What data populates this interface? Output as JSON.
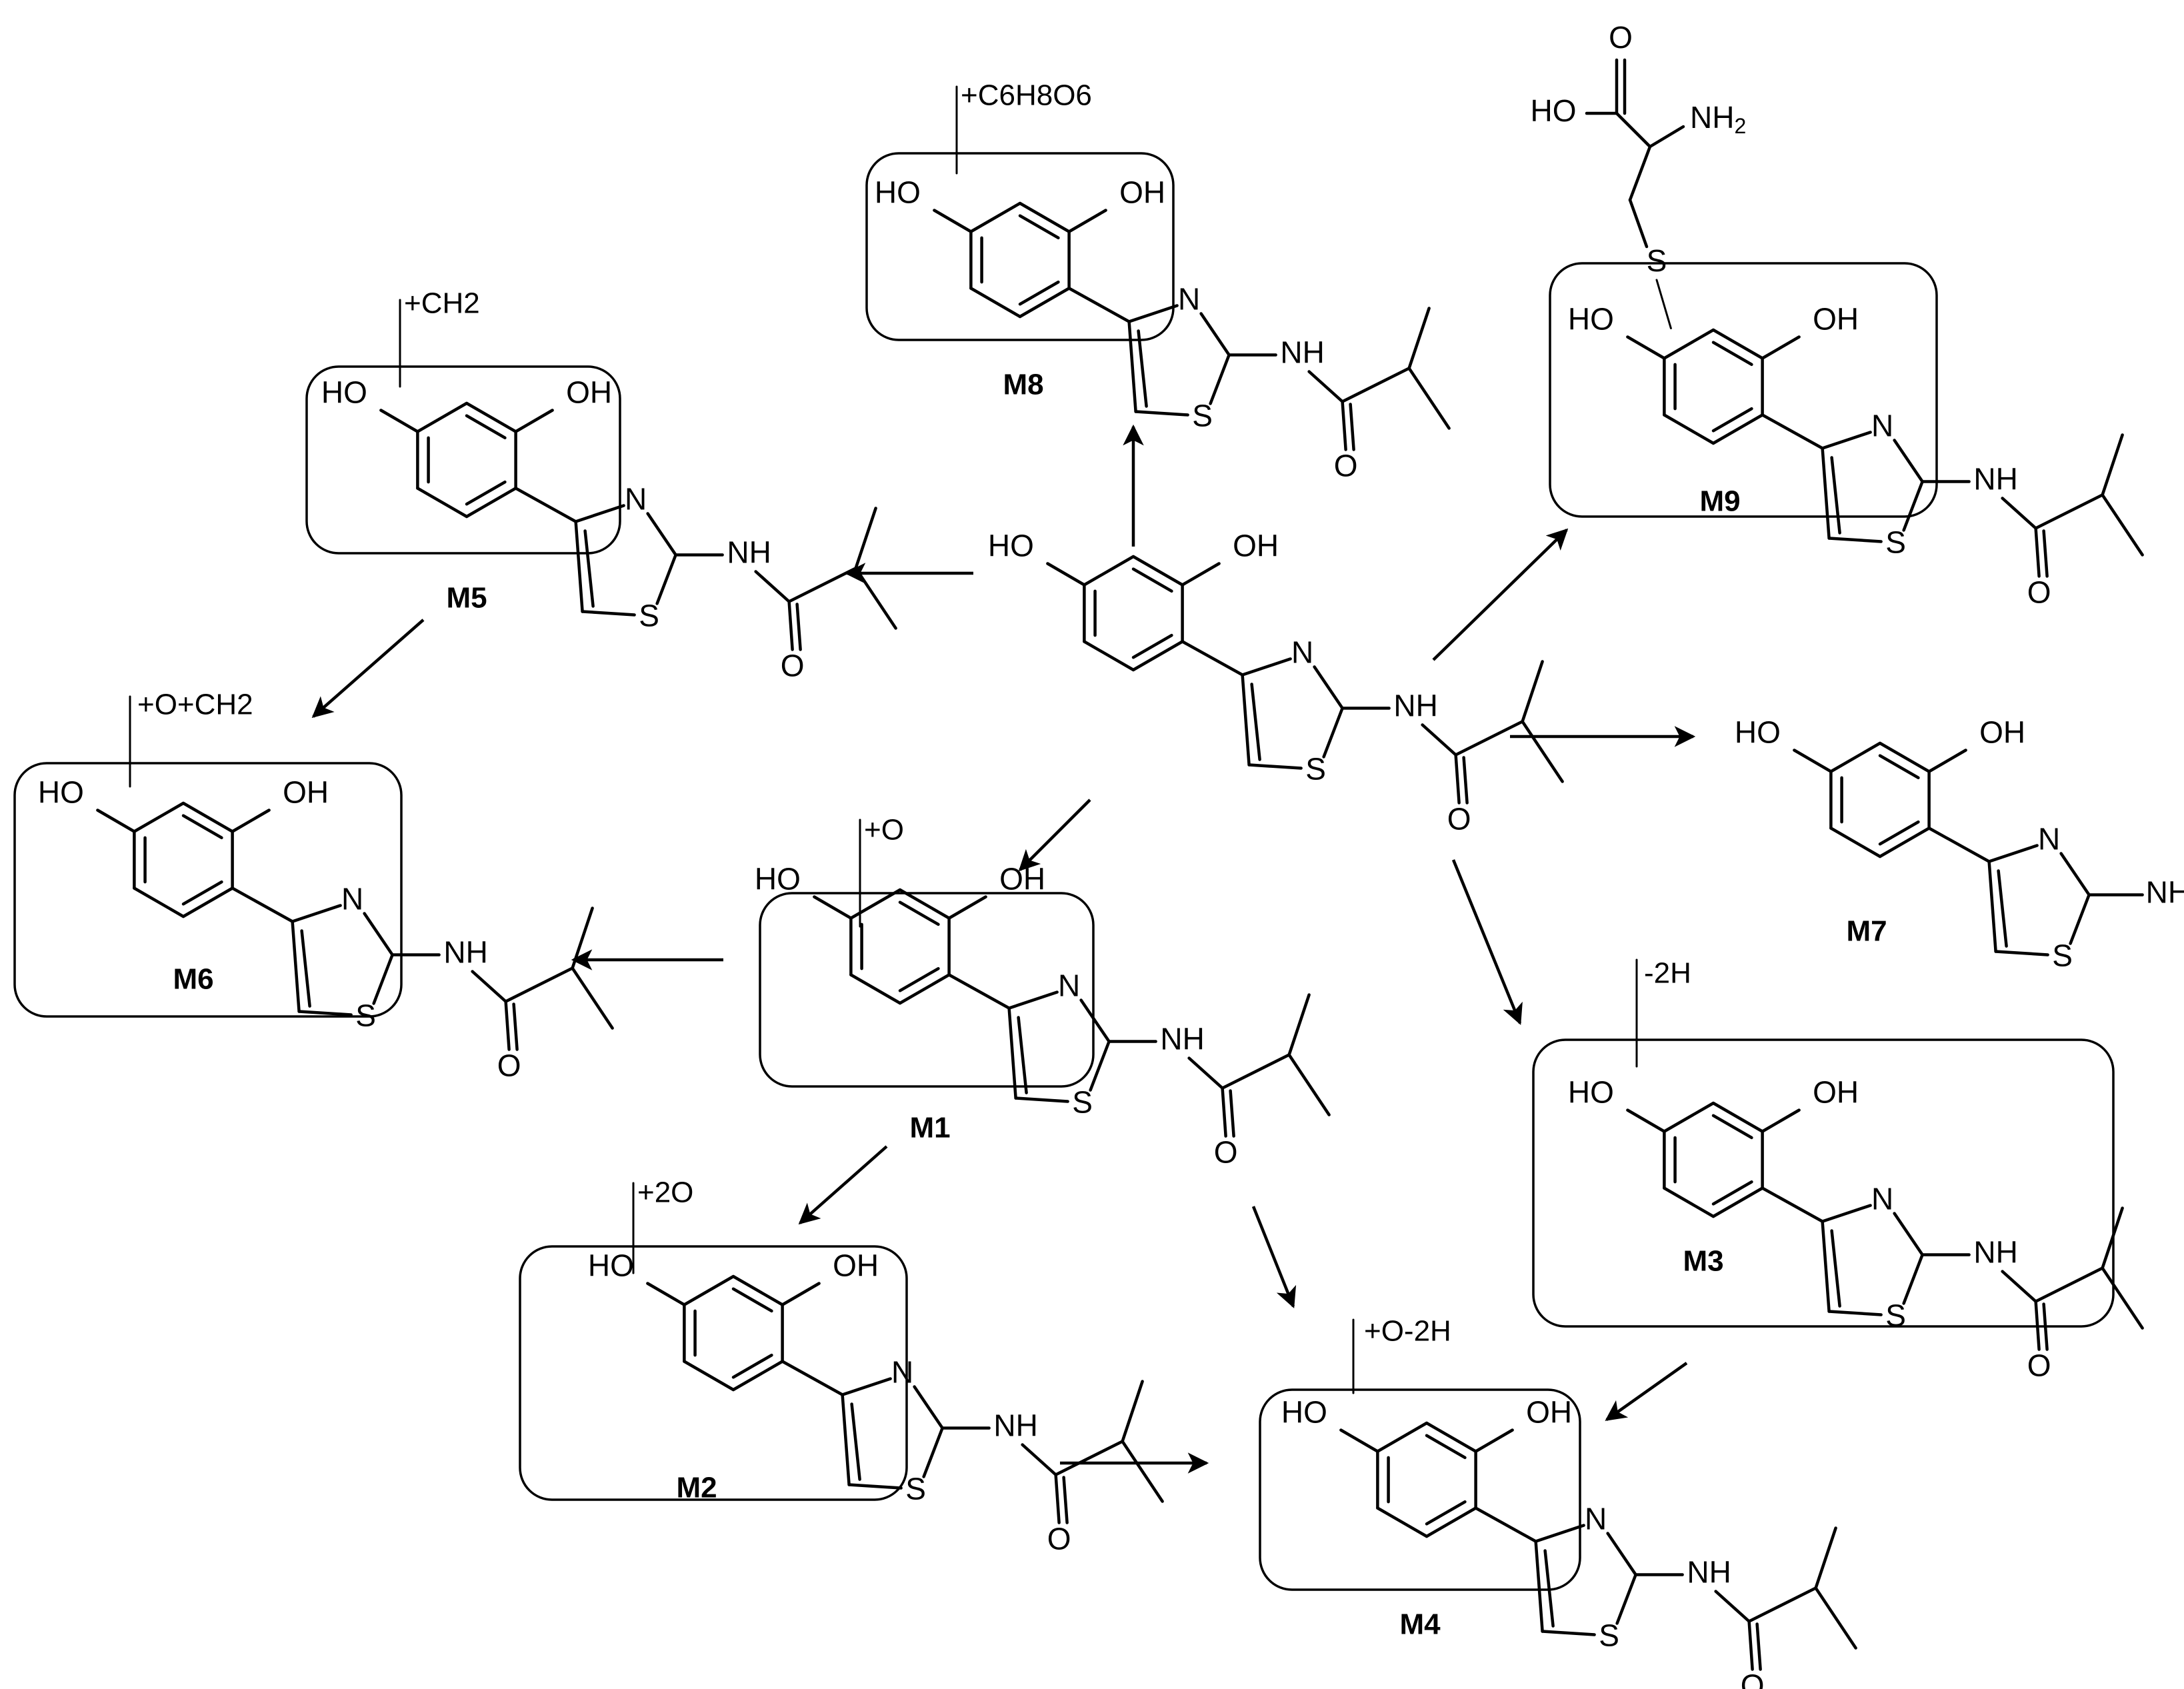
{
  "diagram": {
    "atoms": {
      "oh": "OH",
      "ho": "HO",
      "n": "N",
      "s": "S",
      "nh": "NH",
      "o": "O",
      "nh2": "NH",
      "nh2_sub": "2",
      "cys_ho": "HO",
      "cys_o": "O",
      "cys_nh": "NH",
      "cys_nh_sub": "2",
      "cys_s": "S"
    },
    "molecules": [
      {
        "id": "parent",
        "label": "",
        "modification": ""
      },
      {
        "id": "m1",
        "label": "M1",
        "modification": "+O"
      },
      {
        "id": "m2",
        "label": "M2",
        "modification": "+2O"
      },
      {
        "id": "m3",
        "label": "M3",
        "modification": "-2H"
      },
      {
        "id": "m4",
        "label": "M4",
        "modification": "+O-2H"
      },
      {
        "id": "m5",
        "label": "M5",
        "modification": "+CH2"
      },
      {
        "id": "m6",
        "label": "M6",
        "modification": "+O+CH2"
      },
      {
        "id": "m7",
        "label": "M7",
        "modification": ""
      },
      {
        "id": "m8",
        "label": "M8",
        "modification": "+C6H8O6"
      },
      {
        "id": "m9",
        "label": "M9",
        "modification": ""
      }
    ],
    "arrows": [
      {
        "from": "parent",
        "to": "m1"
      },
      {
        "from": "parent",
        "to": "m3"
      },
      {
        "from": "parent",
        "to": "m5"
      },
      {
        "from": "parent",
        "to": "m7"
      },
      {
        "from": "parent",
        "to": "m8"
      },
      {
        "from": "parent",
        "to": "m9"
      },
      {
        "from": "m1",
        "to": "m2"
      },
      {
        "from": "m1",
        "to": "m4"
      },
      {
        "from": "m1",
        "to": "m6"
      },
      {
        "from": "m2",
        "to": "m4"
      },
      {
        "from": "m3",
        "to": "m4"
      },
      {
        "from": "m5",
        "to": "m6"
      }
    ]
  }
}
